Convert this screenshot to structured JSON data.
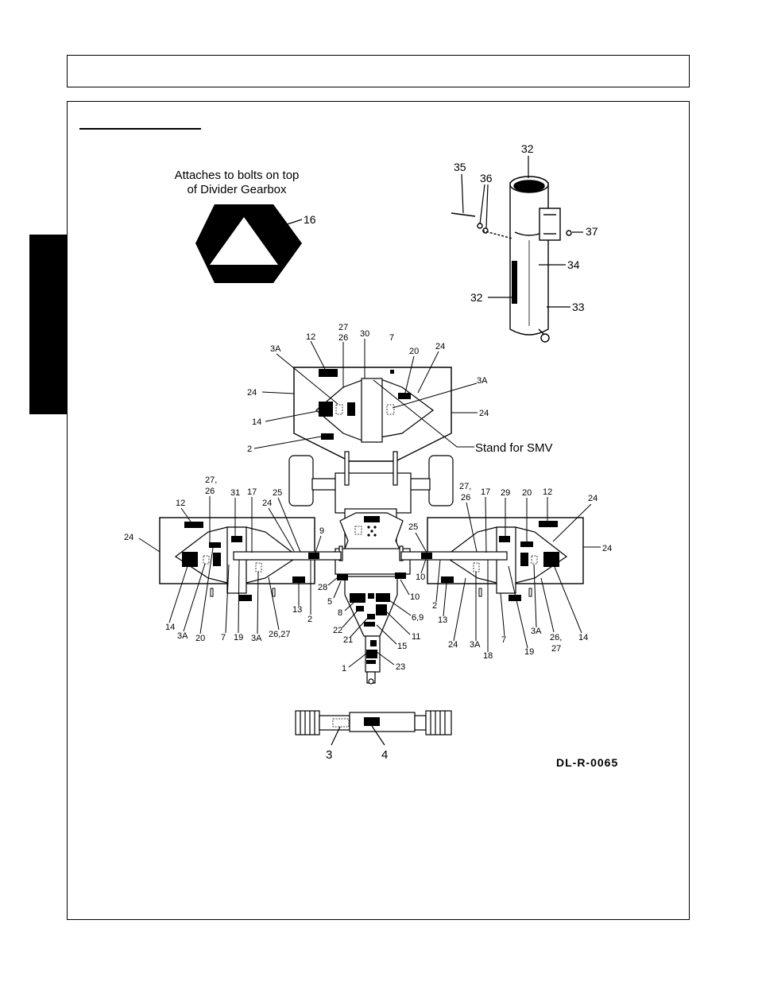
{
  "smv_section": {
    "caption_line1": "Attaches to bolts on top",
    "caption_line2": "of Divider Gearbox",
    "part_16": "16"
  },
  "stand": {
    "callouts": [
      "32",
      "35",
      "36",
      "37",
      "34",
      "32",
      "33"
    ]
  },
  "center_deck": {
    "callouts": [
      "27",
      "26",
      "30",
      "12",
      "7",
      "3A",
      "20",
      "24",
      "24",
      "3A",
      "14",
      "24",
      "2"
    ],
    "stand_label": "Stand for SMV"
  },
  "left_wing": {
    "callouts": [
      "27,",
      "26",
      "31",
      "17",
      "25",
      "24",
      "12",
      "24",
      "9",
      "14",
      "3A",
      "20",
      "7",
      "19",
      "3A",
      "26,27",
      "13",
      "2"
    ]
  },
  "right_wing": {
    "callouts": [
      "27,",
      "26",
      "17",
      "29",
      "20",
      "12",
      "24",
      "25",
      "24",
      "10",
      "2",
      "13",
      "24",
      "3A",
      "18",
      "7",
      "19",
      "3A",
      "26,",
      "27",
      "14"
    ]
  },
  "hitch": {
    "callouts": [
      "28",
      "5",
      "10",
      "8",
      "22",
      "21",
      "6,9",
      "11",
      "15",
      "1",
      "23"
    ]
  },
  "driveline": {
    "callouts": [
      "3",
      "4"
    ]
  },
  "drawing_id": "DL-R-0065"
}
